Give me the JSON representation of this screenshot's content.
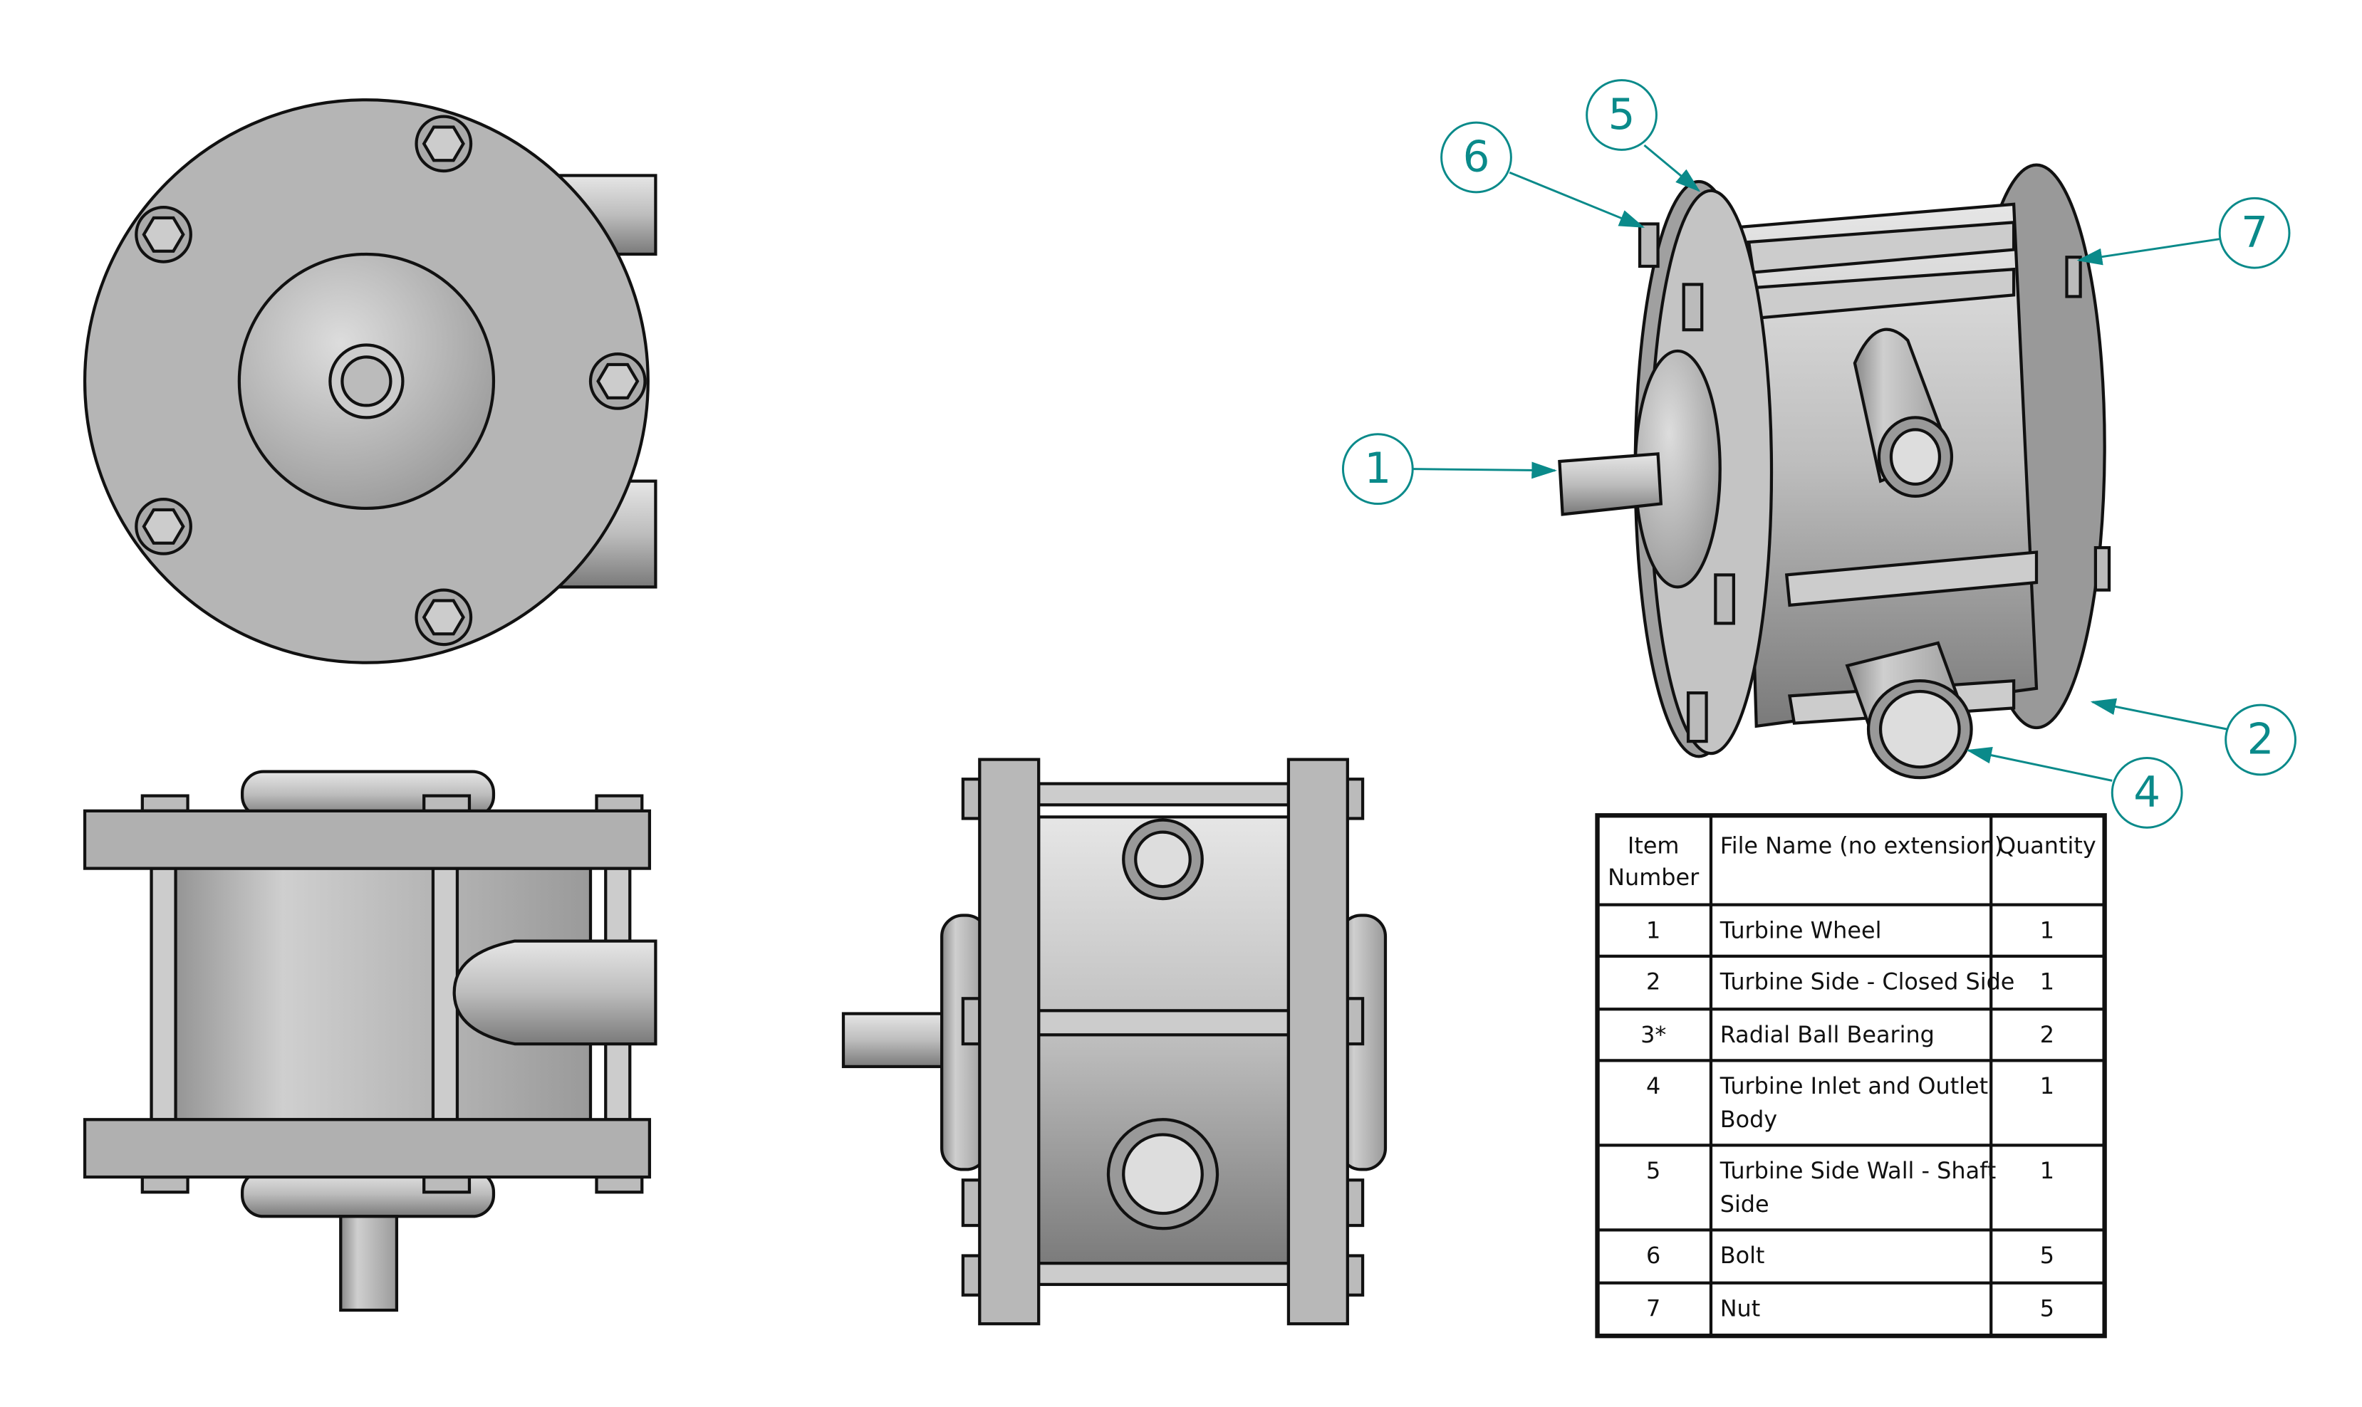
{
  "colors": {
    "balloon": "#0a8a8a",
    "part": "#b8b8b8",
    "outline": "#111111"
  },
  "balloons": [
    {
      "label": "6"
    },
    {
      "label": "5"
    },
    {
      "label": "7"
    },
    {
      "label": "1"
    },
    {
      "label": "2"
    },
    {
      "label": "4"
    }
  ],
  "bom": {
    "headers": {
      "item_line1": "Item",
      "item_line2": "Number",
      "file": "File Name (no extension)",
      "qty": "Quantity"
    },
    "rows": [
      {
        "item": "1",
        "name1": "Turbine Wheel",
        "name2": "",
        "qty": "1"
      },
      {
        "item": "2",
        "name1": "Turbine Side - Closed Side",
        "name2": "",
        "qty": "1"
      },
      {
        "item": "3*",
        "name1": "Radial Ball Bearing",
        "name2": "",
        "qty": "2"
      },
      {
        "item": "4",
        "name1": "Turbine Inlet and Outlet",
        "name2": "Body",
        "qty": "1"
      },
      {
        "item": "5",
        "name1": "Turbine Side Wall - Shaft",
        "name2": "Side",
        "qty": "1"
      },
      {
        "item": "6",
        "name1": "Bolt",
        "name2": "",
        "qty": "5"
      },
      {
        "item": "7",
        "name1": "Nut",
        "name2": "",
        "qty": "5"
      }
    ]
  }
}
